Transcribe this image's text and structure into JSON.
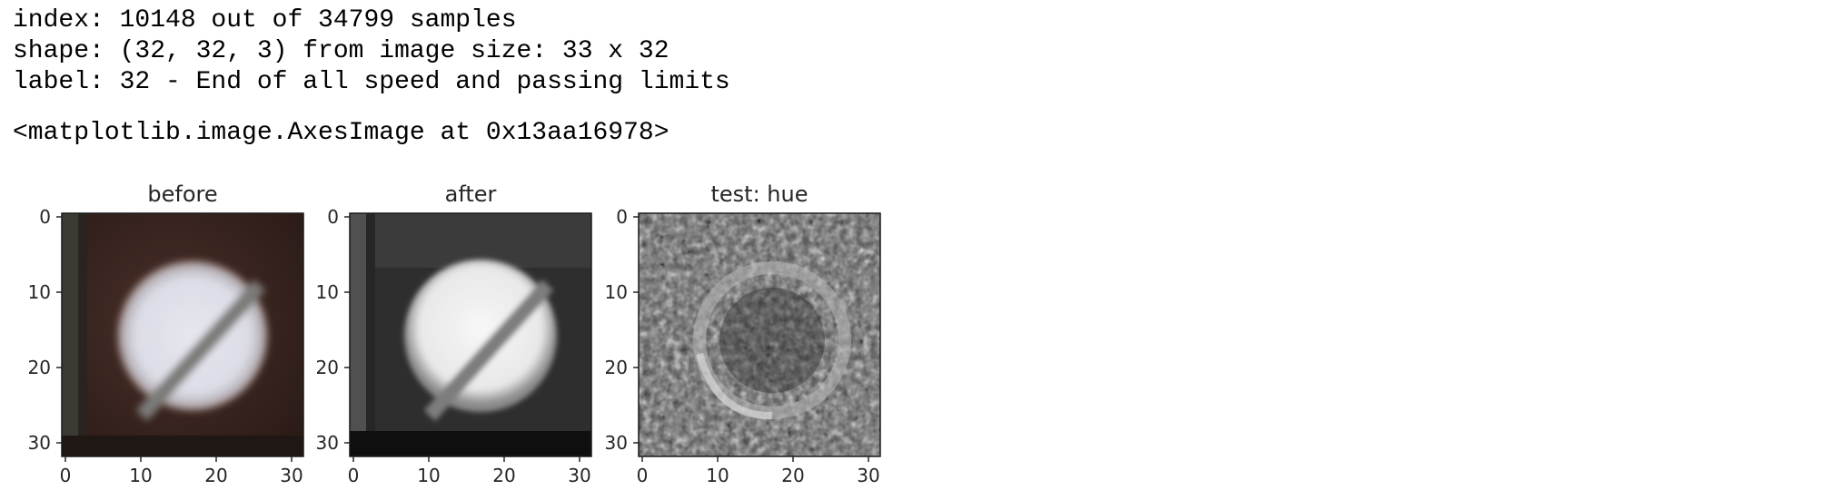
{
  "output": {
    "line1": "index: 10148 out of 34799 samples",
    "line2": "shape: (32, 32, 3) from image size: 33 x 32",
    "line3": "label: 32 - End of all speed and passing limits",
    "repr": "<matplotlib.image.AxesImage at 0x13aa16978>"
  },
  "figure": {
    "panels": [
      {
        "title": "before",
        "image": "color traffic sign: white disc with grey diagonal stripe (end of all speed and passing limits) on dark brown background",
        "yticks": [
          "0",
          "10",
          "20",
          "30"
        ],
        "xticks": [
          "0",
          "10",
          "20",
          "30"
        ]
      },
      {
        "title": "after",
        "image": "grayscale traffic sign: white disc with grey diagonal stripe on dark background",
        "yticks": [
          "0",
          "10",
          "20",
          "30"
        ],
        "xticks": [
          "0",
          "10",
          "20",
          "30"
        ]
      },
      {
        "title": "test: hue",
        "image": "noisy grayscale hue channel with faint ring outline",
        "yticks": [
          "0",
          "10",
          "20",
          "30"
        ],
        "xticks": [
          "0",
          "10",
          "20",
          "30"
        ]
      }
    ]
  }
}
